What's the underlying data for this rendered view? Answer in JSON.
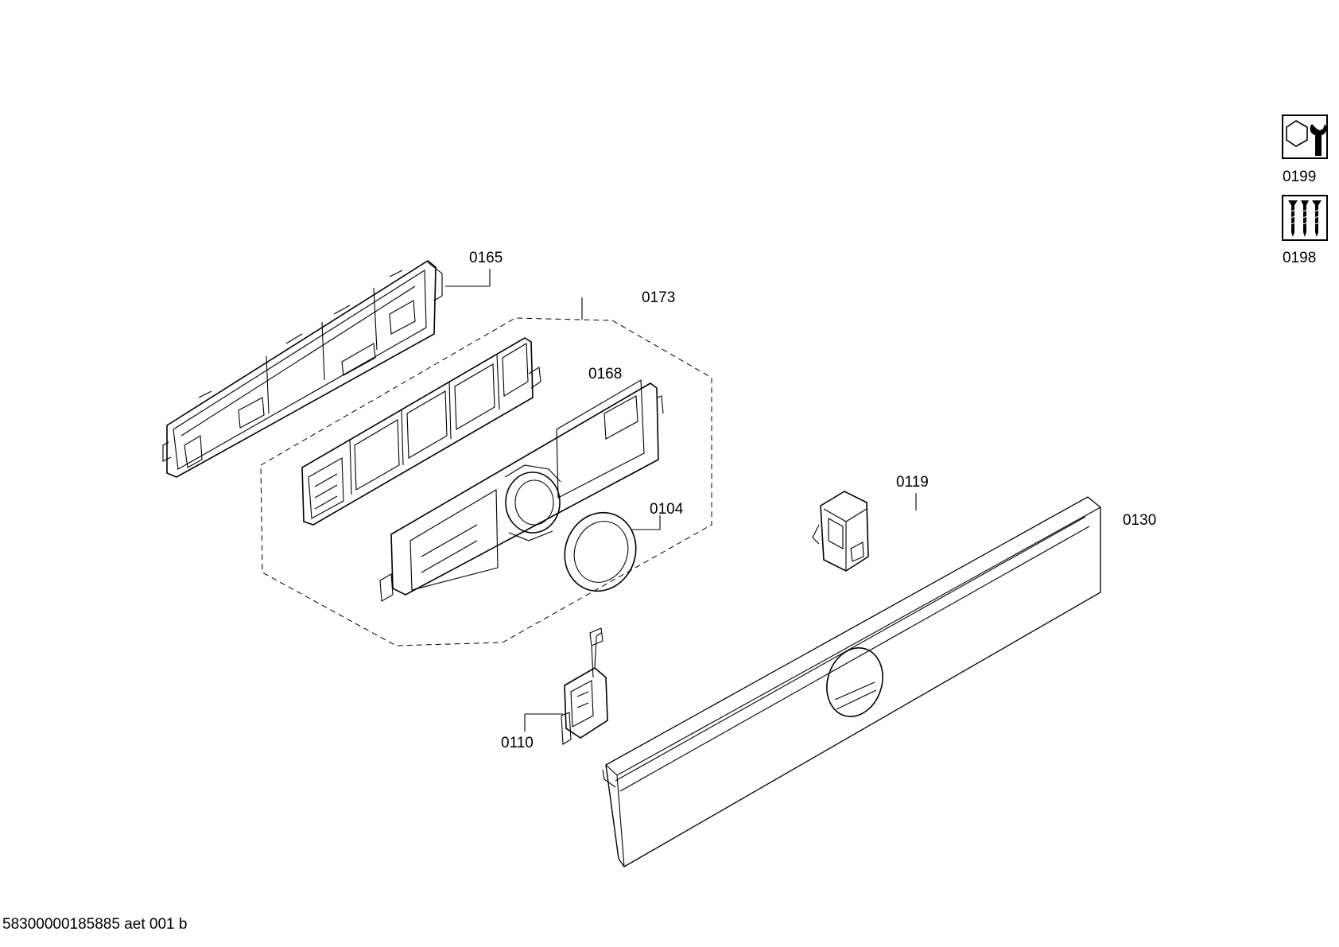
{
  "parts": [
    {
      "id": "p0165",
      "label": "0165"
    },
    {
      "id": "p0173",
      "label": "0173"
    },
    {
      "id": "p0168",
      "label": "0168"
    },
    {
      "id": "p0104",
      "label": "0104"
    },
    {
      "id": "p0119",
      "label": "0119"
    },
    {
      "id": "p0130",
      "label": "0130"
    },
    {
      "id": "p0110",
      "label": "0110"
    }
  ],
  "accessories": [
    {
      "label": "0199",
      "icon": "nut-and-wrench-icon"
    },
    {
      "label": "0198",
      "icon": "screws-icon"
    }
  ],
  "footer": "58300000185885 aet 001 b"
}
